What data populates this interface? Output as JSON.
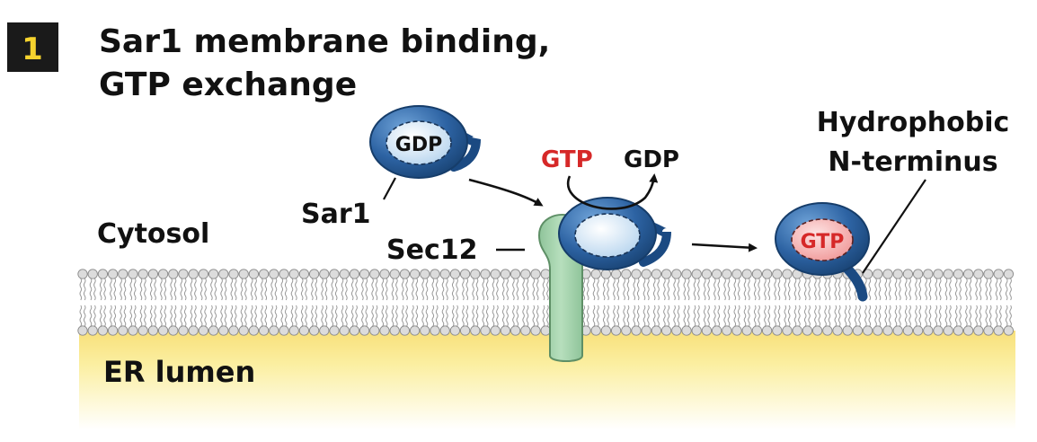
{
  "step": {
    "number": "1"
  },
  "title": {
    "line1": "Sar1 membrane binding,",
    "line2": "GTP exchange"
  },
  "labels": {
    "cytosol": "Cytosol",
    "er_lumen": "ER lumen",
    "sar1": "Sar1",
    "sec12": "Sec12",
    "hydrophobic_line1": "Hydrophobic",
    "hydrophobic_line2": "N-terminus",
    "gdp_bound": "GDP",
    "gtp_in": "GTP",
    "gdp_out": "GDP",
    "gtp_bound": "GTP"
  },
  "colors": {
    "protein_blue": "#2a5f9e",
    "protein_blue_dark": "#1b4a82",
    "gdp_pocket": "#dcebf8",
    "gtp_pocket": "#f6b3b3",
    "gtp_text": "#d62828",
    "sec12_green": "#a8d5b0",
    "lumen_yellow": "#fbefa2",
    "lipid_head": "#d4d4d4",
    "step_box": "#1a1a1a",
    "step_number": "#f6d32e"
  }
}
